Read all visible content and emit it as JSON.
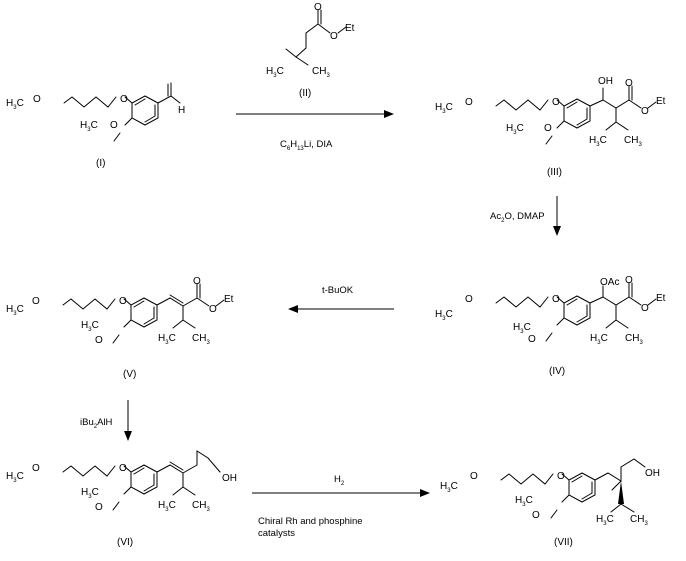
{
  "compounds": {
    "I": "(I)",
    "II": "(II)",
    "III": "(III)",
    "IV": "(IV)",
    "V": "(V)",
    "VI": "(VI)",
    "VII": "(VII)"
  },
  "atoms": {
    "H3C": "H3C",
    "O": "O",
    "H": "H",
    "Et": "Et",
    "OH": "OH",
    "OAc": "OAc",
    "CH3": "CH3",
    "H3C_sub": "3",
    "CH3_sub": "3"
  },
  "reagents": {
    "step1": "C6H13Li,  DIA",
    "step2": "Ac2O, DMAP",
    "step3": "t-BuOK",
    "step4": "iBu2AlH",
    "step5_top": "H2",
    "step5_line1": "Chiral Rh and phosphine",
    "step5_line2": "catalysts"
  }
}
